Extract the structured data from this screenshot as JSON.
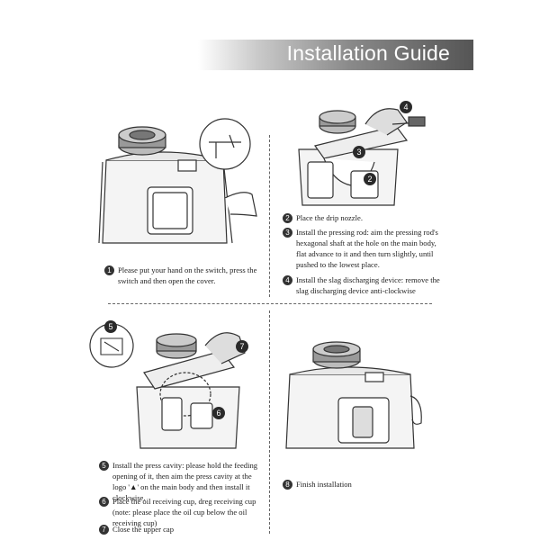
{
  "title": "Installation Guide",
  "steps": [
    {
      "num": "1",
      "text": "Please put your hand on the switch, press the switch and then open the cover."
    },
    {
      "num": "2",
      "text": "Place the drip nozzle."
    },
    {
      "num": "3",
      "text": "Install the pressing rod: aim the pressing rod's hexagonal shaft at the hole on the main body, flat advance to it and then turn slightly, until pushed to the lowest place."
    },
    {
      "num": "4",
      "text": "Install the slag discharging device: remove the slag discharging device anti-clockwise"
    },
    {
      "num": "5",
      "text": "Install the press cavity: please hold the feeding opening of it, then aim the press cavity at the logo '▲' on the main body and then install it clockwise."
    },
    {
      "num": "6",
      "text": "Place the oil receiving cup, dreg receiving cup (note: please place the oil cup below the oil receiving cup)"
    },
    {
      "num": "7",
      "text": "Close the upper cap"
    },
    {
      "num": "8",
      "text": "Finish installation"
    }
  ],
  "callouts": {
    "c2": "2",
    "c3": "3",
    "c4": "4",
    "c5": "5",
    "c6": "6",
    "c7": "7"
  }
}
